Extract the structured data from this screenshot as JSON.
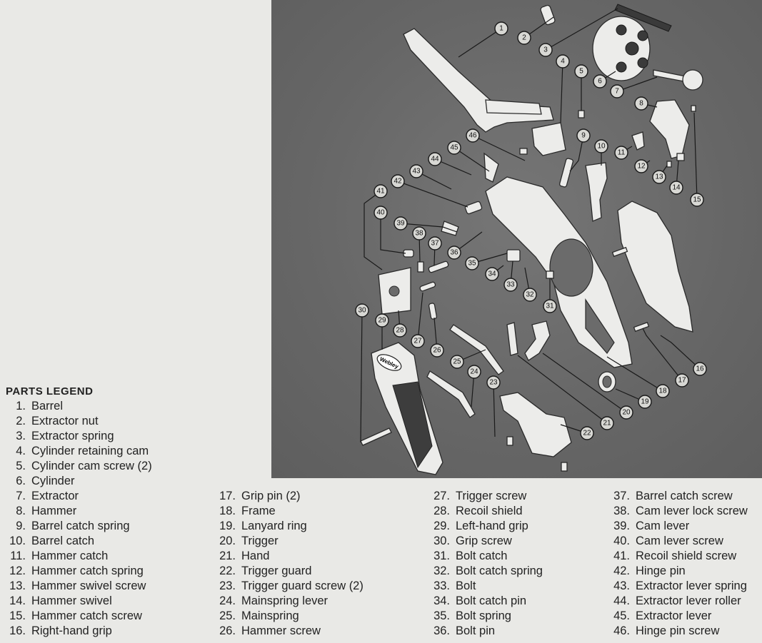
{
  "legend": {
    "title": "PARTS LEGEND",
    "columns": [
      [
        {
          "num": "1.",
          "name": "Barrel"
        },
        {
          "num": "2.",
          "name": "Extractor nut"
        },
        {
          "num": "3.",
          "name": "Extractor spring"
        },
        {
          "num": "4.",
          "name": "Cylinder retaining cam"
        },
        {
          "num": "5.",
          "name": "Cylinder cam screw (2)"
        },
        {
          "num": "6.",
          "name": "Cylinder"
        }
      ],
      [
        {
          "num": "7.",
          "name": "Extractor"
        },
        {
          "num": "8.",
          "name": "Hammer"
        },
        {
          "num": "9.",
          "name": "Barrel catch spring"
        },
        {
          "num": "10.",
          "name": "Barrel catch"
        },
        {
          "num": "11.",
          "name": "Hammer catch"
        },
        {
          "num": "12.",
          "name": "Hammer catch spring"
        },
        {
          "num": "13.",
          "name": "Hammer swivel screw"
        },
        {
          "num": "14.",
          "name": "Hammer swivel"
        },
        {
          "num": "15.",
          "name": "Hammer catch screw"
        },
        {
          "num": "16.",
          "name": "Right-hand grip"
        }
      ],
      [
        {
          "num": "17.",
          "name": "Grip pin (2)"
        },
        {
          "num": "18.",
          "name": "Frame"
        },
        {
          "num": "19.",
          "name": "Lanyard ring"
        },
        {
          "num": "20.",
          "name": "Trigger"
        },
        {
          "num": "21.",
          "name": "Hand"
        },
        {
          "num": "22.",
          "name": "Trigger guard"
        },
        {
          "num": "23.",
          "name": "Trigger guard screw (2)"
        },
        {
          "num": "24.",
          "name": "Mainspring lever"
        },
        {
          "num": "25.",
          "name": "Mainspring"
        },
        {
          "num": "26.",
          "name": "Hammer screw"
        }
      ],
      [
        {
          "num": "27.",
          "name": "Trigger screw"
        },
        {
          "num": "28.",
          "name": "Recoil shield"
        },
        {
          "num": "29.",
          "name": "Left-hand grip"
        },
        {
          "num": "30.",
          "name": "Grip screw"
        },
        {
          "num": "31.",
          "name": "Bolt catch"
        },
        {
          "num": "32.",
          "name": "Bolt catch spring"
        },
        {
          "num": "33.",
          "name": "Bolt"
        },
        {
          "num": "34.",
          "name": "Bolt catch pin"
        },
        {
          "num": "35.",
          "name": "Bolt spring"
        },
        {
          "num": "36.",
          "name": "Bolt pin"
        }
      ],
      [
        {
          "num": "37.",
          "name": "Barrel catch screw"
        },
        {
          "num": "38.",
          "name": "Cam lever lock screw"
        },
        {
          "num": "39.",
          "name": "Cam lever"
        },
        {
          "num": "40.",
          "name": "Cam lever screw"
        },
        {
          "num": "41.",
          "name": "Recoil shield screw"
        },
        {
          "num": "42.",
          "name": "Hinge pin"
        },
        {
          "num": "43.",
          "name": "Extractor lever spring"
        },
        {
          "num": "44.",
          "name": "Extractor lever roller"
        },
        {
          "num": "45.",
          "name": "Extractor lever"
        },
        {
          "num": "46.",
          "name": "Hinge pin screw"
        }
      ]
    ]
  },
  "callouts": [
    "1",
    "2",
    "3",
    "4",
    "5",
    "6",
    "7",
    "8",
    "9",
    "10",
    "11",
    "12",
    "13",
    "14",
    "15",
    "16",
    "17",
    "18",
    "19",
    "20",
    "21",
    "22",
    "23",
    "24",
    "25",
    "26",
    "27",
    "28",
    "29",
    "30",
    "31",
    "32",
    "33",
    "34",
    "35",
    "36",
    "37",
    "38",
    "39",
    "40",
    "41",
    "42",
    "43",
    "44",
    "45",
    "46"
  ],
  "grip_logo": "Webley"
}
